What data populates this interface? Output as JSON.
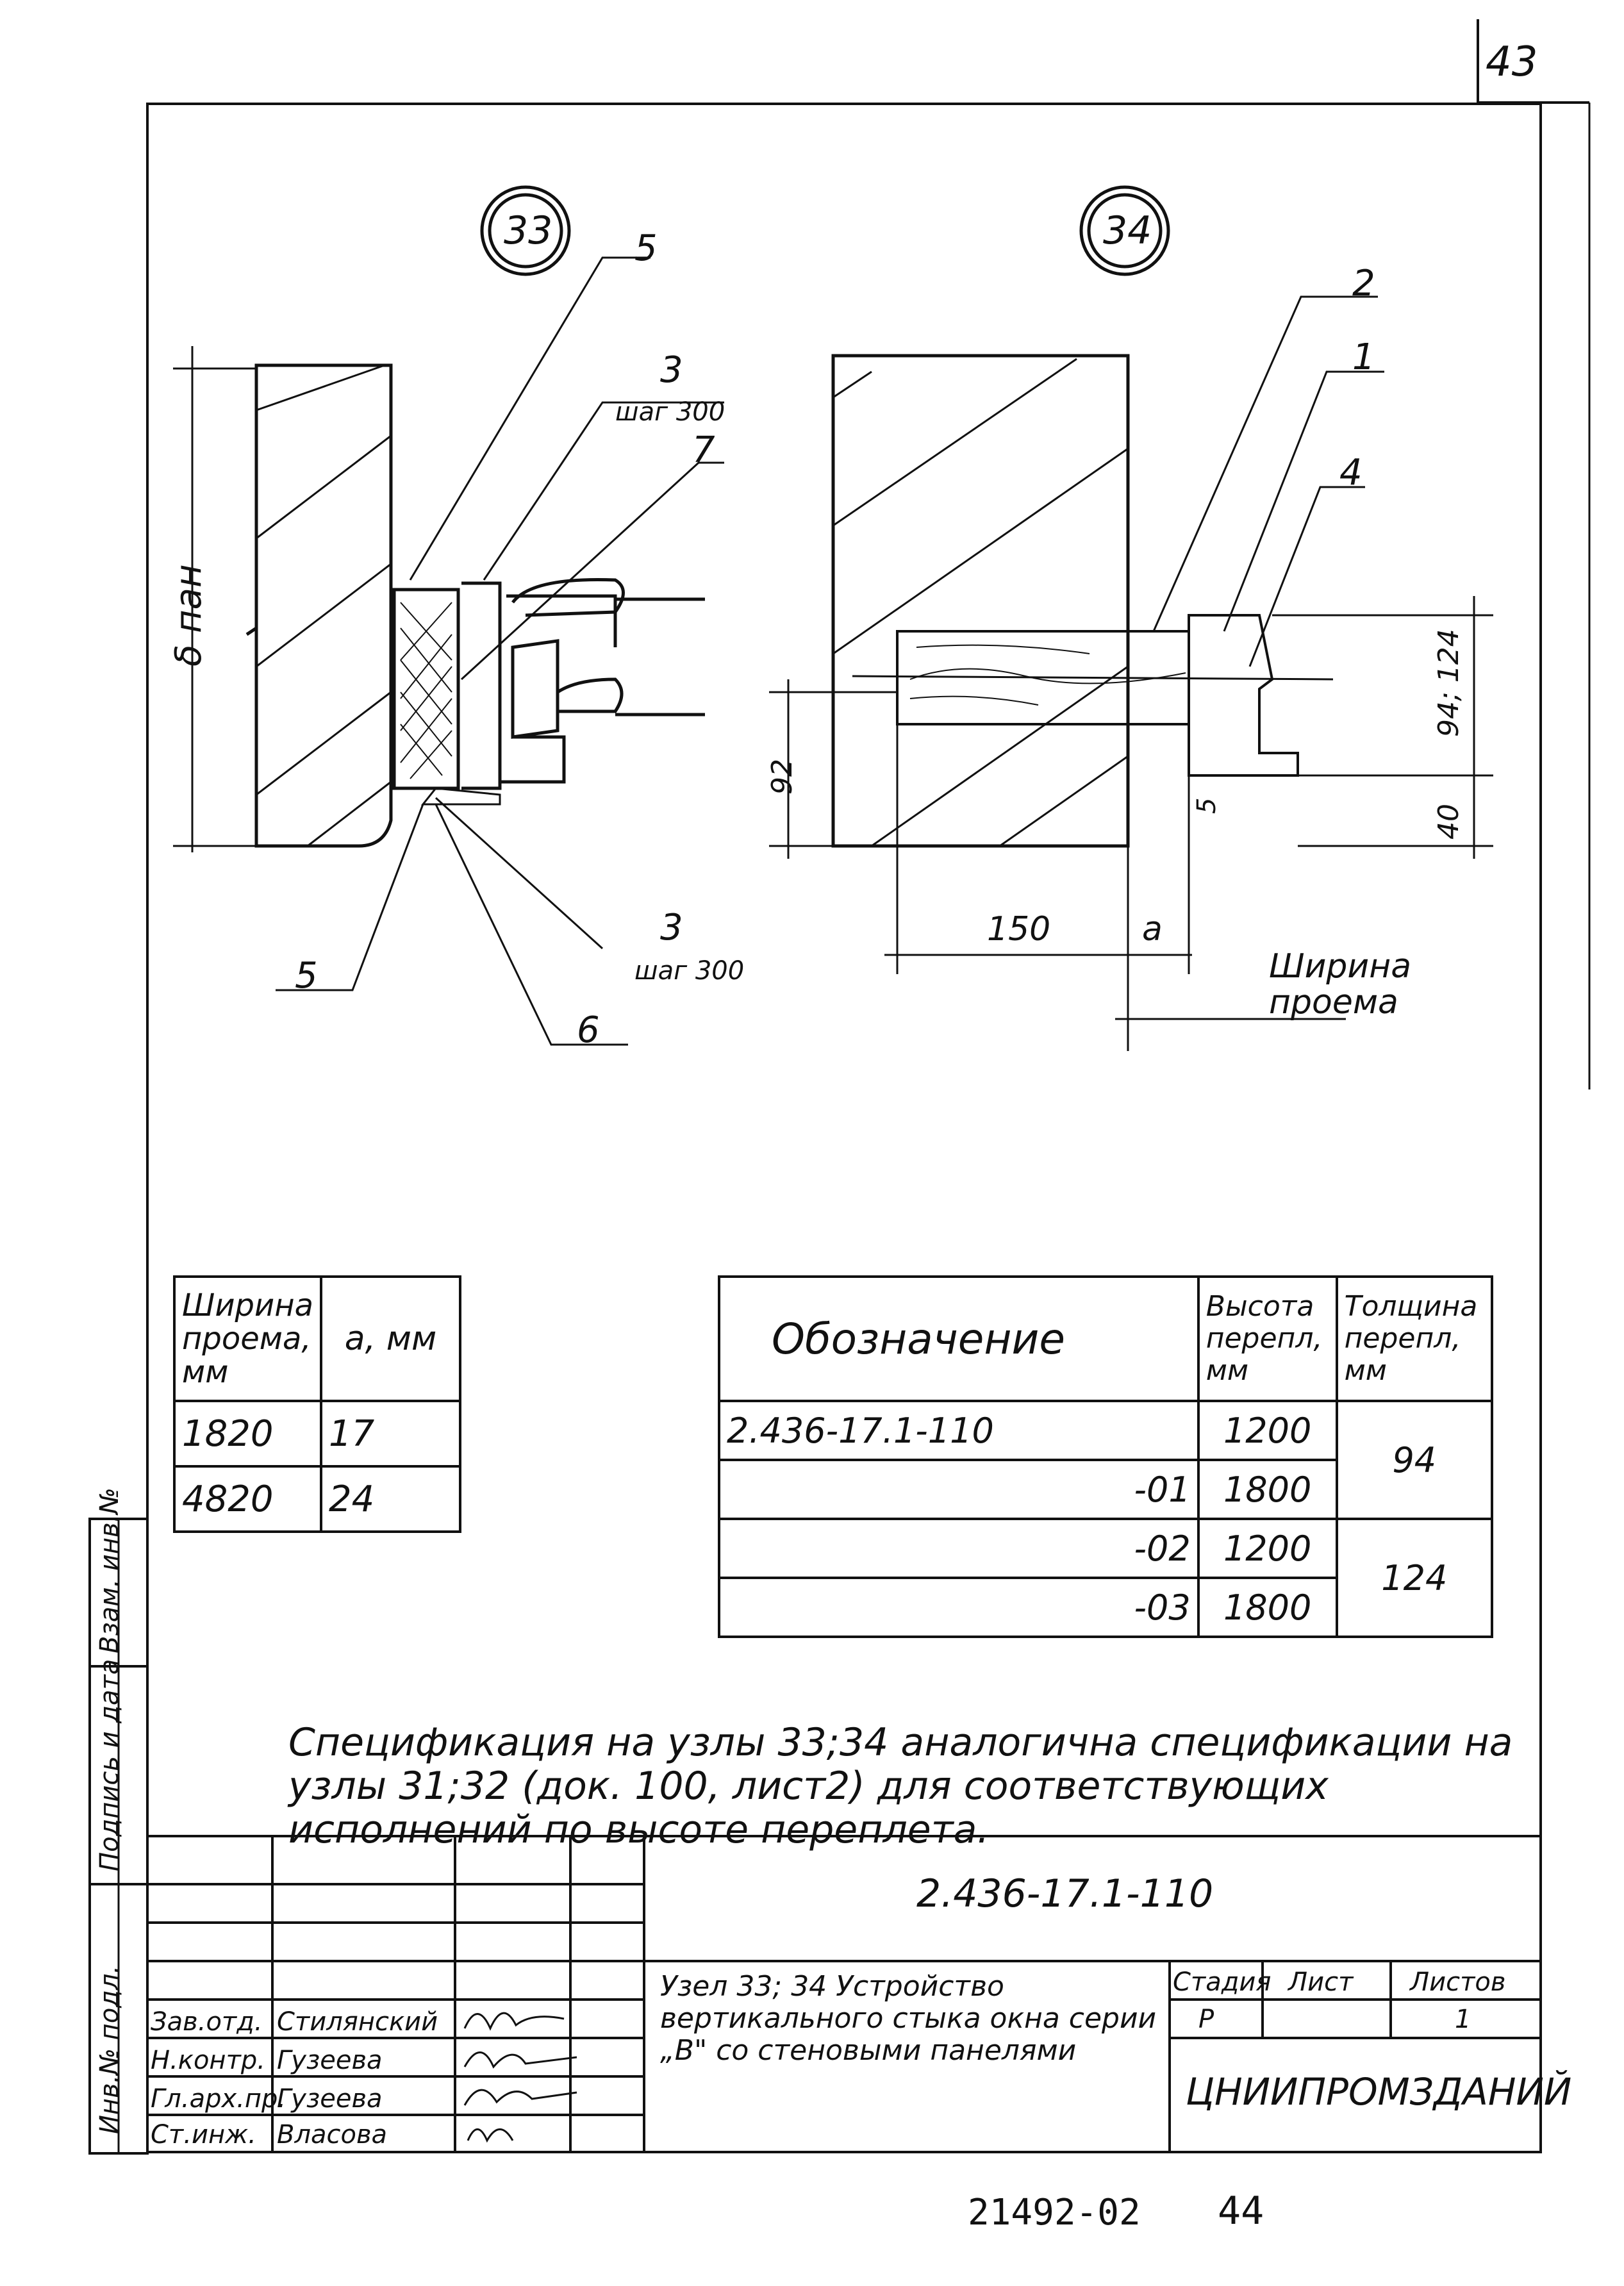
{
  "page_number": "43",
  "bottom_number": "21492-02",
  "bottom_page": "44",
  "drawing": {
    "node_left_label": "33",
    "node_right_label": "34",
    "callouts": [
      "5",
      "3",
      "шаг 300",
      "7",
      "5",
      "6",
      "3",
      "шаг 300",
      "2",
      "1",
      "4"
    ],
    "dims_left": {
      "panel_thickness": "δ пан"
    },
    "dims_right": {
      "d92": "92",
      "d150": "150",
      "da": "a",
      "d94": "94; 124",
      "d40": "40",
      "d5": "5"
    },
    "opening_width_label": "Ширина проема"
  },
  "table_opening": {
    "headers": [
      "Ширина проема, мм",
      "a, мм"
    ],
    "rows": [
      [
        "1820",
        "17"
      ],
      [
        "4820",
        "24"
      ]
    ]
  },
  "table_designation": {
    "headers": [
      "Обозначение",
      "Высота перепл, мм",
      "Толщина перепл, мм"
    ],
    "rows": [
      [
        "2.436-17.1-110",
        "1200"
      ],
      [
        "-01",
        "1800"
      ],
      [
        "-02",
        "1200"
      ],
      [
        "-03",
        "1800"
      ]
    ],
    "thickness_groups": [
      "94",
      "124"
    ]
  },
  "note": "Спецификация на узлы 33;34 аналогична спецификации на узлы 31;32 (док. 100, лист2) для соответствующих исполнений по высоте переплета.",
  "side_stamp": [
    "Инв.№ подл.",
    "Подпись и дата",
    "Взам. инв.№"
  ],
  "title_block": {
    "doc_code": "2.436-17.1-110",
    "title": "Узел 33; 34 Устройство вертикального стыка окна серии „В\" со стеновыми панелями",
    "stage_header": "Стадия",
    "sheet_header": "Лист",
    "sheets_header": "Листов",
    "stage": "Р",
    "sheets": "1",
    "org": "ЦНИИПРОМЗДАНИЙ",
    "people": [
      {
        "role": "Зав.отд.",
        "name": "Стилянский"
      },
      {
        "role": "Н.контр.",
        "name": "Гузеева"
      },
      {
        "role": "Гл.арх.пр.",
        "name": "Гузеева"
      },
      {
        "role": "Ст.инж.",
        "name": "Власова"
      }
    ]
  }
}
